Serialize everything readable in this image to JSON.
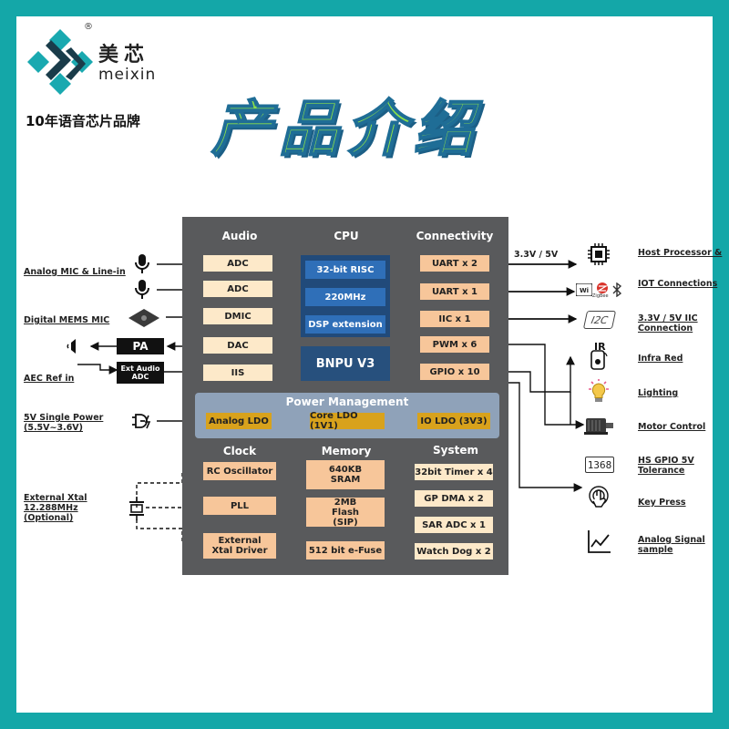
{
  "brand": {
    "cn": "美芯",
    "en": "meixin",
    "registered": "®",
    "tagline": "10年语音芯片品牌"
  },
  "title": "产品介绍",
  "chip": {
    "sections": {
      "audio": "Audio",
      "cpu": "CPU",
      "connectivity": "Connectivity",
      "clock": "Clock",
      "memory": "Memory",
      "system": "System"
    },
    "audio": [
      "ADC",
      "ADC",
      "DMIC",
      "DAC",
      "IIS"
    ],
    "cpu": [
      "32-bit RISC",
      "220MHz",
      "DSP extension"
    ],
    "bnpu": "BNPU V3",
    "connectivity": [
      "UART x 2",
      "UART x 1",
      "IIC x 1",
      "PWM x 6",
      "GPIO x 10"
    ],
    "power": {
      "title": "Power Management",
      "ldos": [
        "Analog LDO",
        "Core LDO (1V1)",
        "IO LDO (3V3)"
      ]
    },
    "clock": [
      "RC Oscillator",
      "PLL",
      "External Xtal Driver"
    ],
    "memory": [
      "640KB SRAM",
      "2MB Flash (SIP)",
      "512 bit e-Fuse"
    ],
    "system": [
      "32bit Timer x 4",
      "GP DMA x 2",
      "SAR ADC x 1",
      "Watch Dog x 2"
    ]
  },
  "left": {
    "analog_mic": "Analog MIC & Line-in",
    "digital_mic": "Digital MEMS MIC",
    "pa": "PA",
    "ext_adc": "Ext Audio ADC",
    "aec": "AEC Ref in",
    "power": "5V Single Power (5.5V~3.6V)",
    "xtal": "External Xtal 12.288MHz (Optional)"
  },
  "right": {
    "voltage": "3.3V / 5V",
    "host": "Host Processor &",
    "iot": "IOT Connections",
    "iic": "3.3V / 5V IIC Connection",
    "ir": "Infra Red",
    "lighting": "Lighting",
    "motor": "Motor Control",
    "gpio": "HS GPIO 5V Tolerance",
    "key": "Key Press",
    "analog": "Analog Signal sample",
    "display_digits": "1368",
    "i2c_icon": "I2C",
    "ir_icon": "IR",
    "zigbee": "ZigBee"
  },
  "colors": {
    "border": "#14a7a8",
    "chip": "#595a5c",
    "box": "#fde9c9",
    "cpu": "#2f6fb8",
    "bnpu": "#27507d",
    "pm": "#8fa2b9",
    "ldo": "#d8a21c",
    "title_fill": "#8be04a"
  },
  "icons": [
    "logo-icon",
    "microphone-icon",
    "mems-mic-icon",
    "speaker-icon",
    "plug-icon",
    "crystal-icon",
    "processor-icon",
    "wifi-icon",
    "zigbee-icon",
    "bluetooth-icon",
    "i2c-icon",
    "infrared-icon",
    "bulb-icon",
    "motor-icon",
    "segment-display-icon",
    "touch-icon",
    "signal-chart-icon"
  ]
}
